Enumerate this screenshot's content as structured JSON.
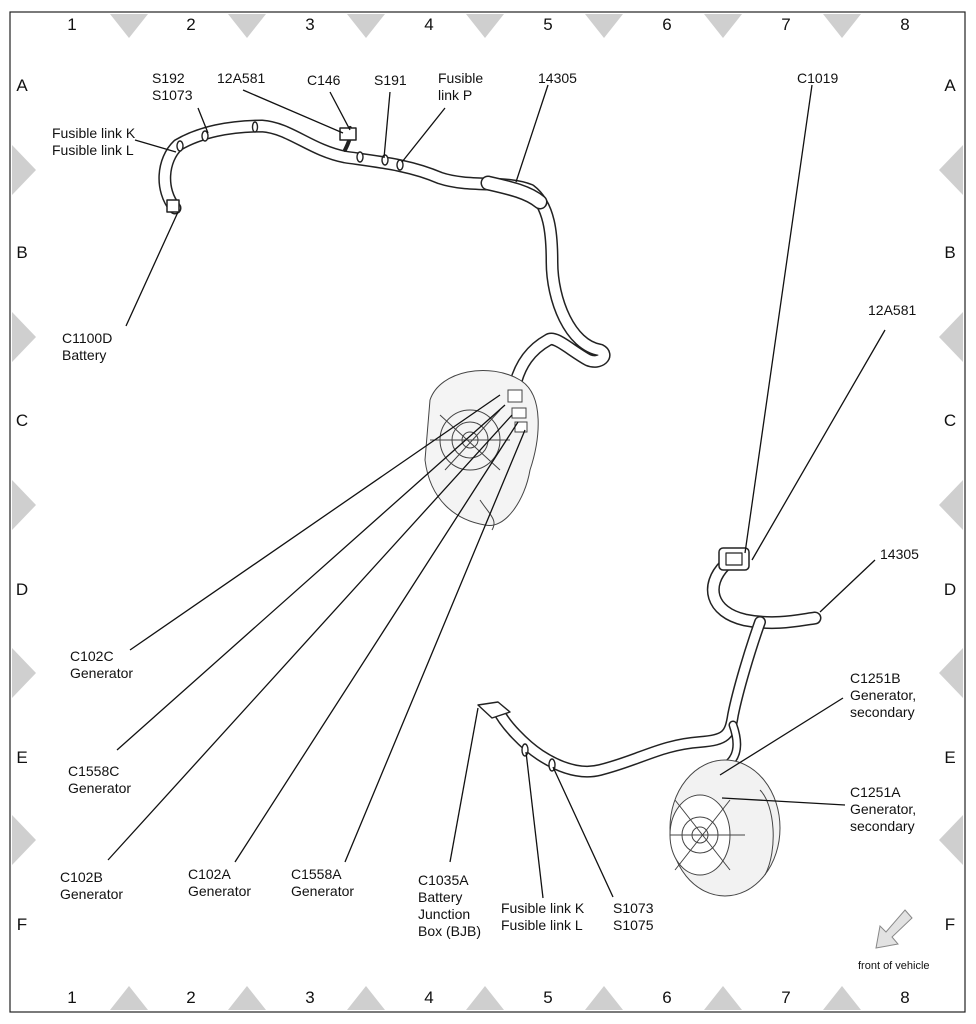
{
  "grid": {
    "columns": [
      "1",
      "2",
      "3",
      "4",
      "5",
      "6",
      "7",
      "8"
    ],
    "rows": [
      "A",
      "B",
      "C",
      "D",
      "E",
      "F"
    ]
  },
  "labels": {
    "s192": "S192",
    "s1073_top": "S1073",
    "p12a581_top": "12A581",
    "c146": "C146",
    "s191": "S191",
    "fusible_p_1": "Fusible",
    "fusible_p_2": "link P",
    "h14305_top": "14305",
    "c1019": "C1019",
    "fusible_k_top": "Fusible link K",
    "fusible_l_top": "Fusible link L",
    "c1100d": "C1100D",
    "battery": "Battery",
    "p12a581_right": "12A581",
    "h14305_right": "14305",
    "c102c": "C102C",
    "c102c_sub": "Generator",
    "c1558c": "C1558C",
    "c1558c_sub": "Generator",
    "c1251b": "C1251B",
    "c1251b_sub1": "Generator,",
    "c1251b_sub2": "secondary",
    "c1251a": "C1251A",
    "c1251a_sub1": "Generator,",
    "c1251a_sub2": "secondary",
    "c102b": "C102B",
    "c102b_sub": "Generator",
    "c102a": "C102A",
    "c102a_sub": "Generator",
    "c1558a": "C1558A",
    "c1558a_sub": "Generator",
    "c1035a_1": "C1035A",
    "c1035a_2": "Battery",
    "c1035a_3": "Junction",
    "c1035a_4": "Box (BJB)",
    "fusible_k_bot": "Fusible link K",
    "fusible_l_bot": "Fusible link L",
    "s1073_bot": "S1073",
    "s1075": "S1075",
    "front_of_vehicle": "front of vehicle"
  }
}
